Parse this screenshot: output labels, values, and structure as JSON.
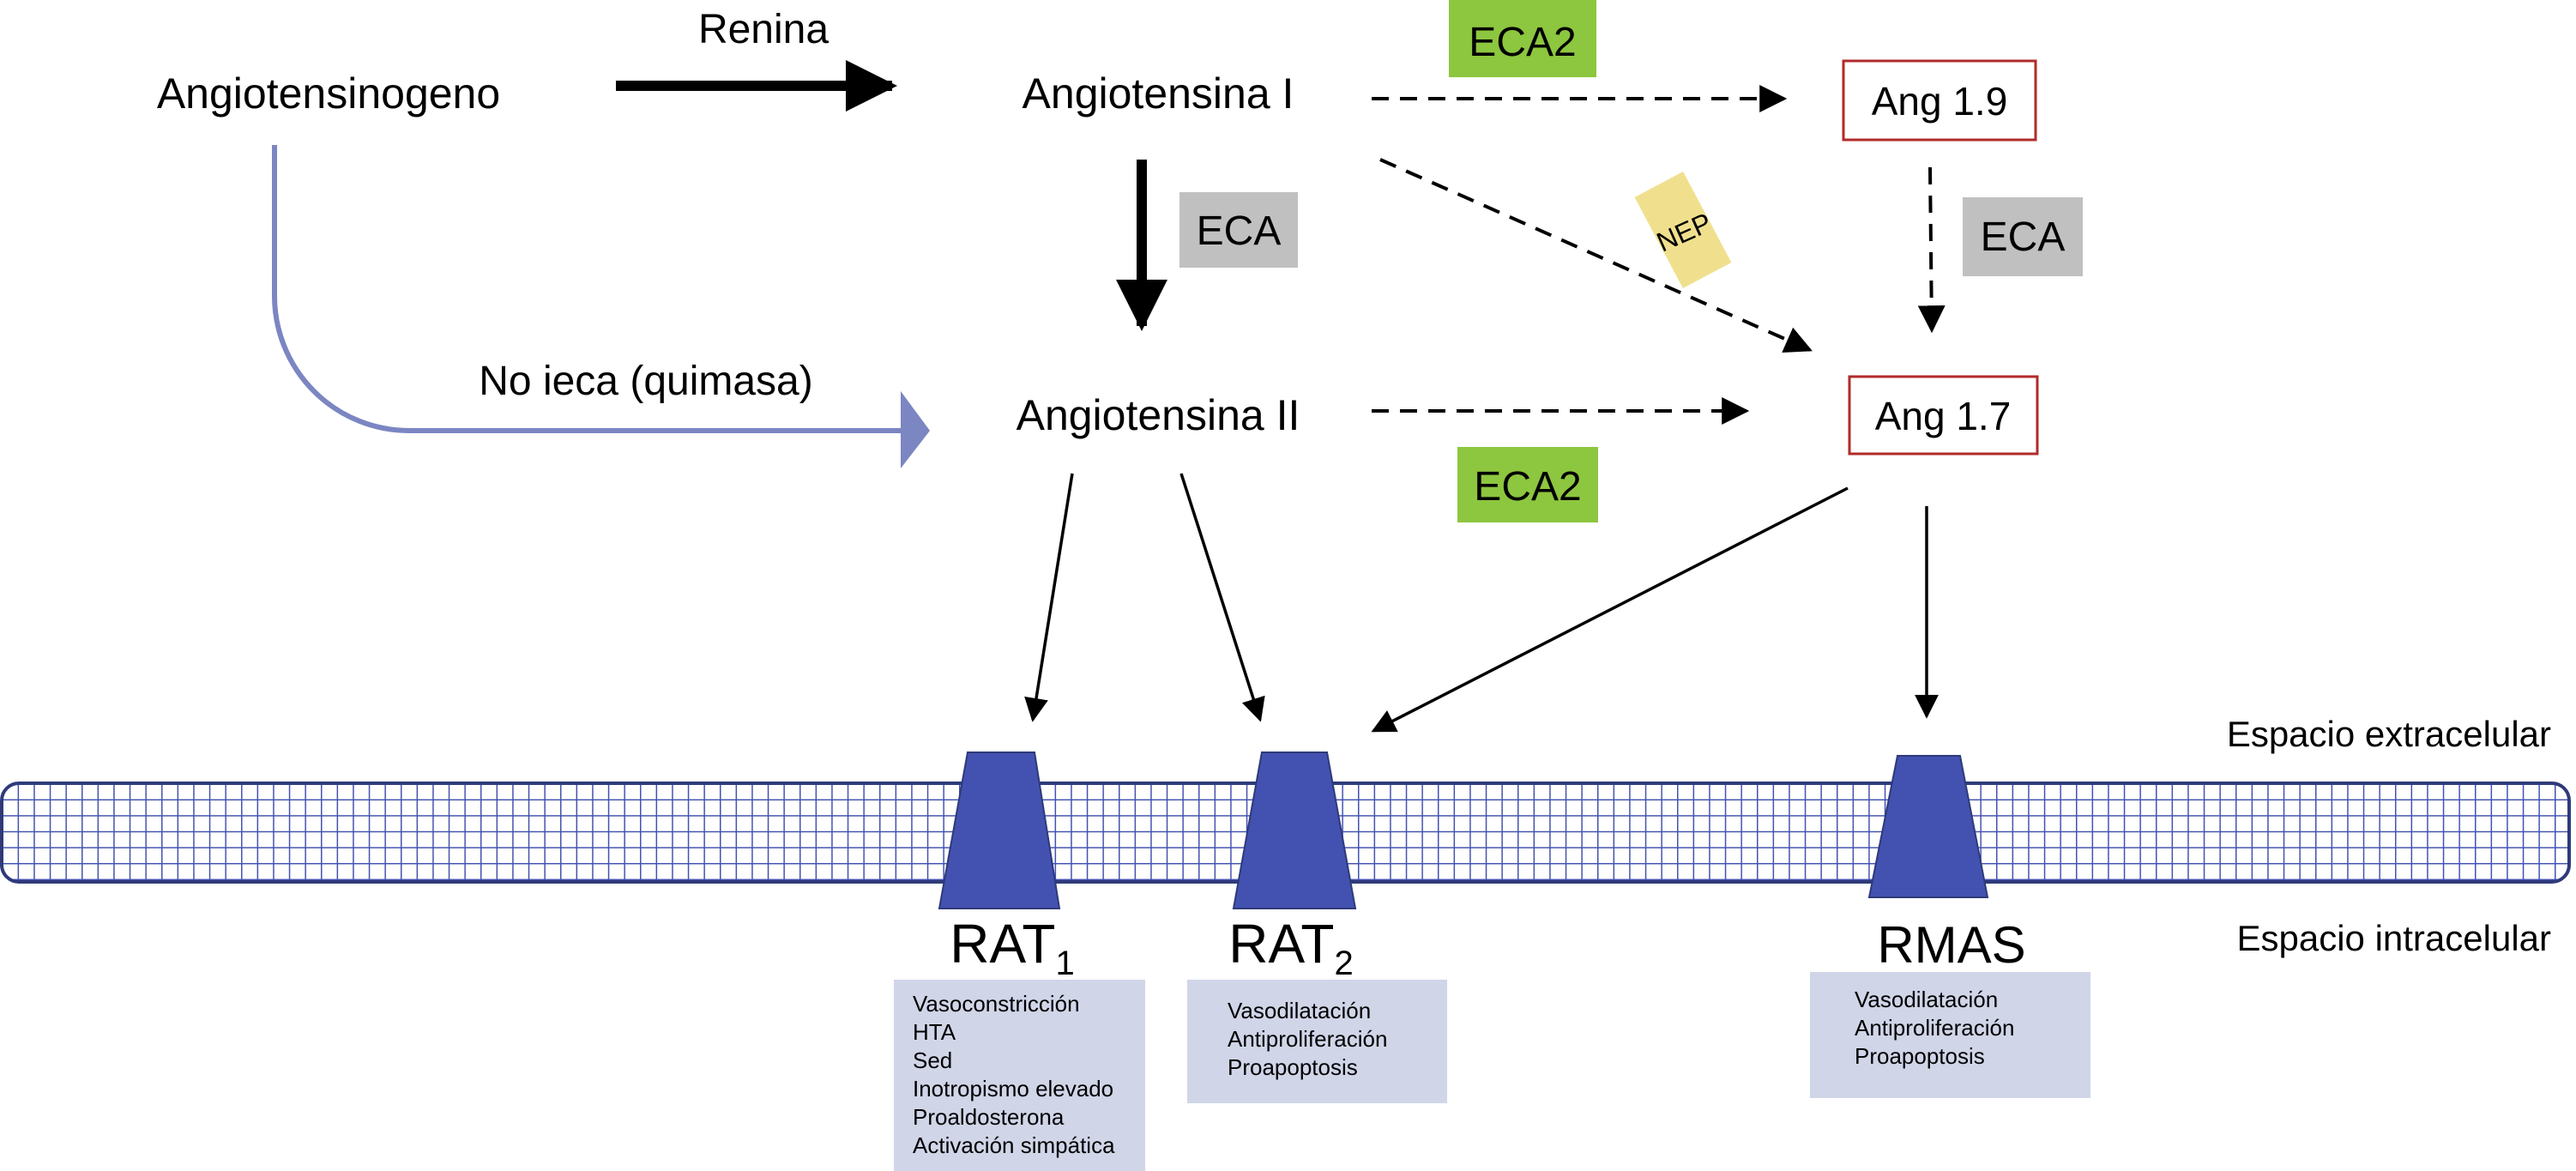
{
  "molecules": {
    "angiotensinogen": "Angiotensinogeno",
    "ang1": "Angiotensina I",
    "ang2": "Angiotensina II",
    "ang19": "Ang 1.9",
    "ang17": "Ang 1.7"
  },
  "enzymes": {
    "renin": "Renina",
    "eca2_top": "ECA2",
    "eca2_bottom": "ECA2",
    "eca_left": "ECA",
    "eca_right": "ECA",
    "nep": "NEP",
    "chymase": "No ieca (quimasa)"
  },
  "spaces": {
    "extracellular": "Espacio extracelular",
    "intracellular": "Espacio intracelular"
  },
  "receptors": [
    {
      "label": "RAT",
      "sub": "1",
      "effects": [
        "Vasoconstricción",
        "HTA",
        "Sed",
        "Inotropismo elevado",
        "Proaldosterona",
        "Activación simpática"
      ]
    },
    {
      "label": "RAT",
      "sub": "2",
      "effects": [
        "Vasodilatación",
        "Antiproliferación",
        "Proapoptosis"
      ]
    },
    {
      "label": "RMAS",
      "sub": "",
      "effects": [
        "Vasodilatación",
        "Antiproliferación",
        "Proapoptosis"
      ]
    }
  ],
  "colors": {
    "eca2_green": "#8dc63f",
    "eca_grey": "#c0c0c0",
    "nep_yellow": "#f0e08e",
    "ang_box_border": "#b22a2a",
    "membrane_blue": "#4452b0",
    "receptor_blue": "#4352b0",
    "effects_box": "#d0d5e8",
    "chymase_path": "#7b86c2"
  }
}
